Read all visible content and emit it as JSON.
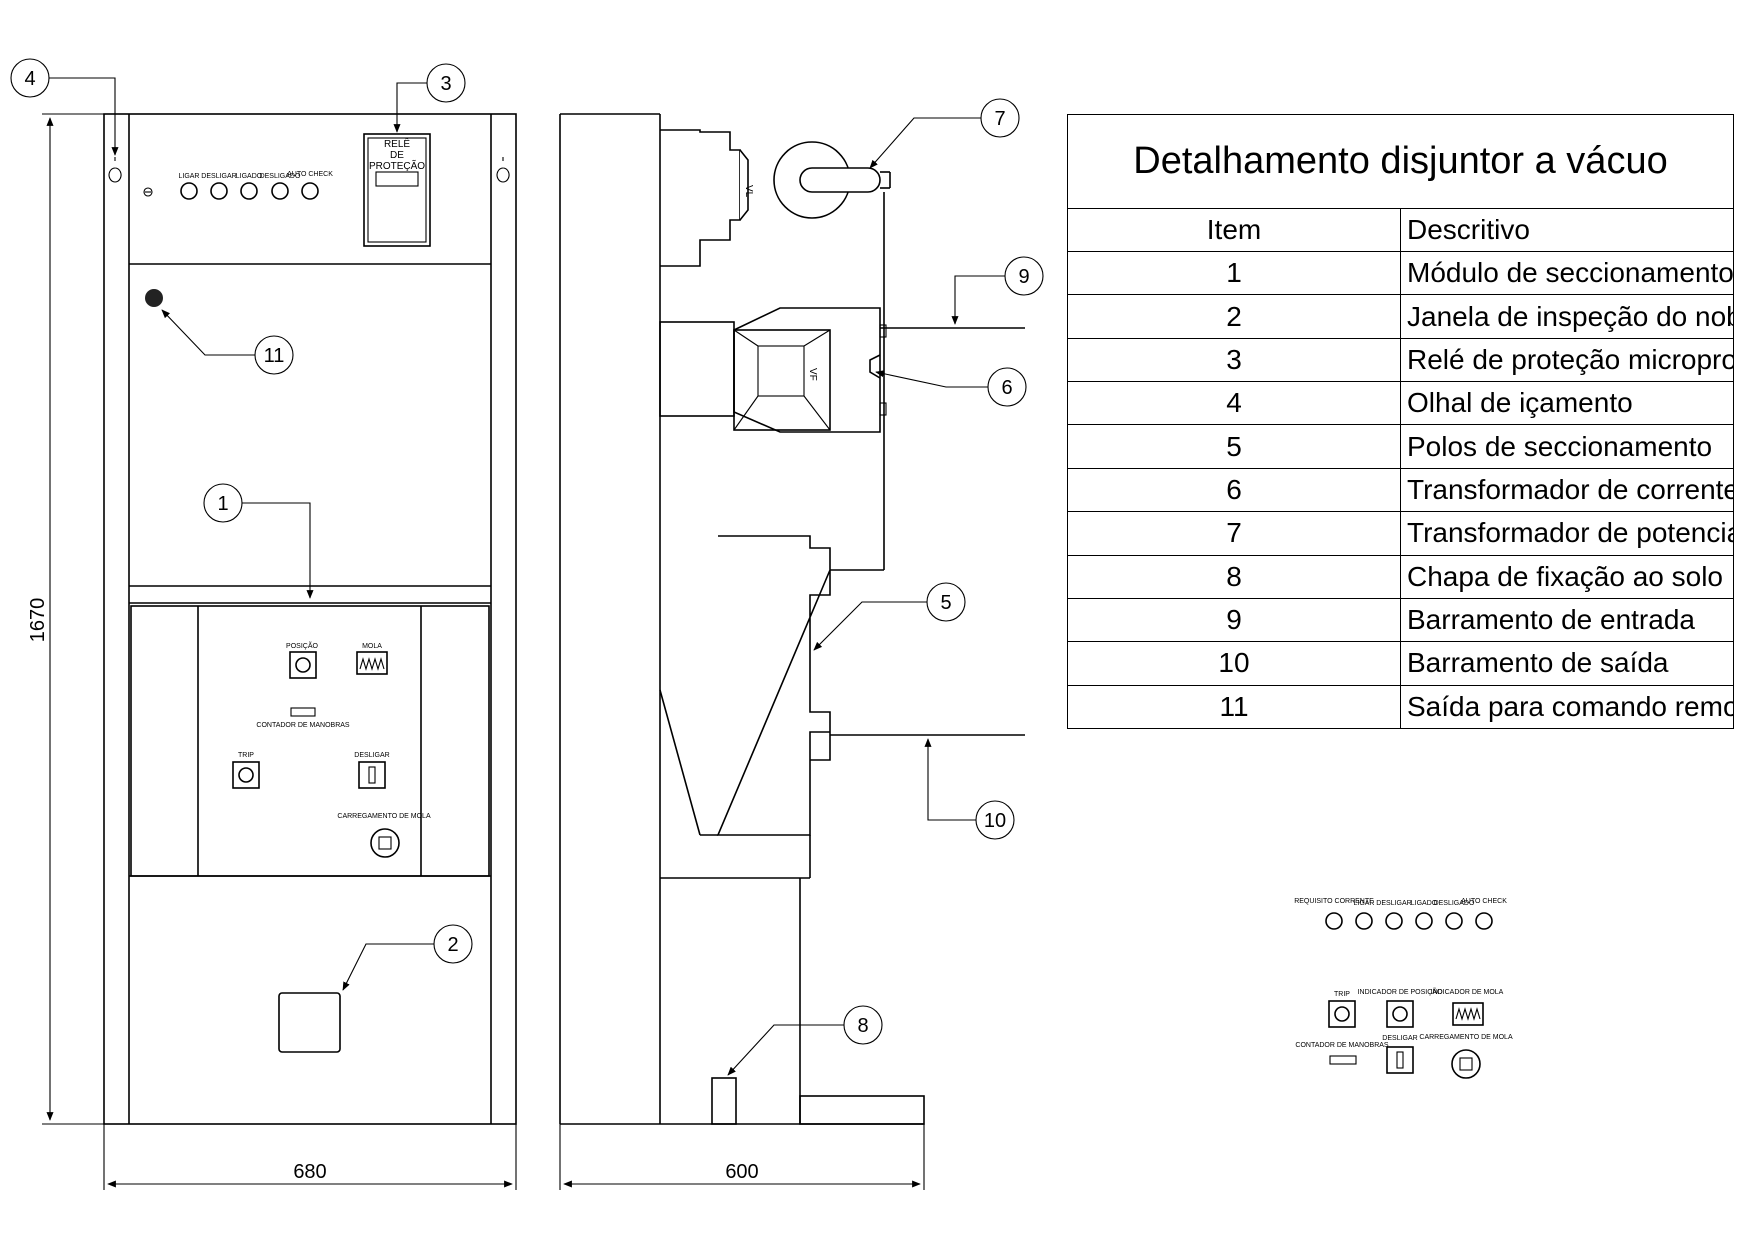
{
  "front_view": {
    "panel_labels": [
      "LIGAR",
      "DESLIGAR",
      "LIGADO",
      "DESLIGADO",
      "AUTO CHECK"
    ],
    "relay_label": [
      "RELÊ",
      "DE",
      "PROTEÇÃO"
    ],
    "breaker_labels": {
      "posicao": "POSIÇÃO",
      "mola": "MOLA",
      "contador": "CONTADOR DE MANOBRAS",
      "trip": "TRIP",
      "desligar": "DESLIGAR",
      "carregamento": "CARREGAMENTO DE MOLA"
    },
    "width_dim": "680",
    "height_dim": "1670"
  },
  "side_view": {
    "tp_label": "VL",
    "tc_label": "VF",
    "width_dim": "600"
  },
  "callouts": [
    "1",
    "2",
    "3",
    "4",
    "5",
    "6",
    "7",
    "8",
    "9",
    "10",
    "11"
  ],
  "detail_panel": {
    "top_labels": [
      "REQUISITO CORRENTE",
      "LIGAR",
      "DESLIGAR",
      "LIGADO",
      "DESLIGADO",
      "AUTO CHECK"
    ],
    "trip": "TRIP",
    "indicador_posicao": "INDICADOR DE POSIÇÃO",
    "indicador_mola": "INDICADOR DE MOLA",
    "contador": "CONTADOR DE MANOBRAS",
    "desligar": "DESLIGAR",
    "carregamento": "CARREGAMENTO DE MOLA"
  },
  "table": {
    "title": "Detalhamento disjuntor a vácuo",
    "header_item": "Item",
    "header_desc": "Descritivo",
    "rows": [
      {
        "item": "1",
        "desc": "Módulo de seccionamento"
      },
      {
        "item": "2",
        "desc": "Janela de inspeção do nobreak"
      },
      {
        "item": "3",
        "desc": "Relé de proteção microprocessado"
      },
      {
        "item": "4",
        "desc": "Olhal de içamento"
      },
      {
        "item": "5",
        "desc": "Polos de seccionamento"
      },
      {
        "item": "6",
        "desc": "Transformador de corrente"
      },
      {
        "item": "7",
        "desc": "Transformador de potencial"
      },
      {
        "item": "8",
        "desc": "Chapa de fixação ao solo"
      },
      {
        "item": "9",
        "desc": "Barramento de entrada"
      },
      {
        "item": "10",
        "desc": "Barramento de saída"
      },
      {
        "item": "11",
        "desc": "Saída para comando remoto (opcional)"
      }
    ]
  }
}
